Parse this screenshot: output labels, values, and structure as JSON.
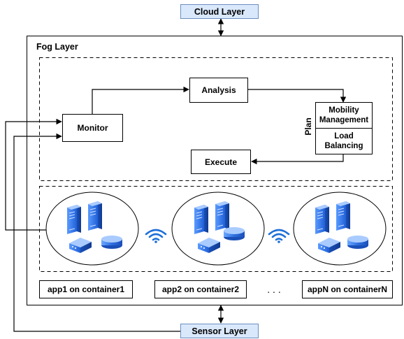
{
  "layers": {
    "cloud": "Cloud Layer",
    "fog": "Fog Layer",
    "sensor": "Sensor Layer"
  },
  "mape": {
    "monitor": "Monitor",
    "analysis": "Analysis",
    "plan": "Plan",
    "mobility": "Mobility Management",
    "load": "Load Balancing",
    "execute": "Execute"
  },
  "apps": [
    "app1 on container1",
    "app2 on container2",
    "appN on containerN"
  ],
  "ellipsis": ". . .",
  "colors": {
    "layer_fill": "#dae8fc",
    "layer_stroke": "#6c8ebf",
    "server_blue": "#2f6fe0",
    "wifi_blue": "#1e6fd9"
  },
  "icons": [
    "server-icon",
    "network-switch-icon",
    "storage-icon",
    "wifi-icon"
  ]
}
